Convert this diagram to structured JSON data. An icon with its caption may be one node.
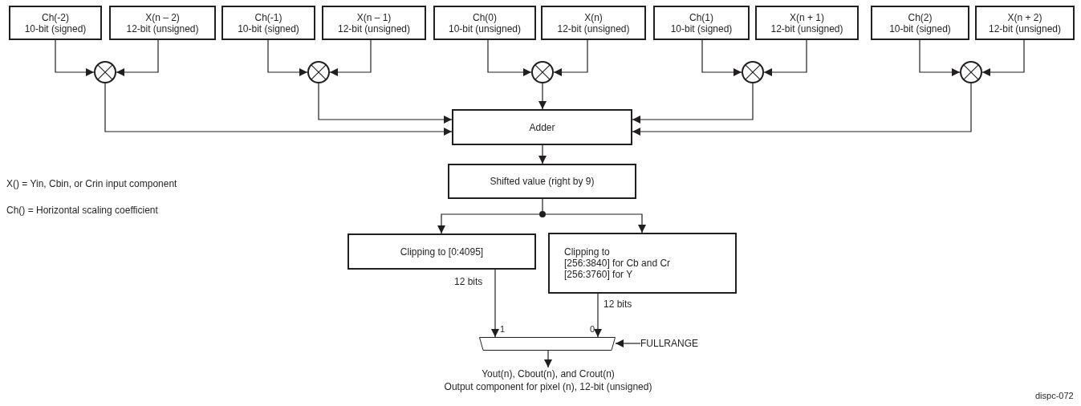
{
  "diagram": {
    "nodes": [
      {
        "text": [
          "Ch(-2)",
          "10-bit (signed)"
        ]
      },
      {
        "text": [
          "X(n – 2)",
          "12-bit (unsigned)"
        ]
      },
      {
        "text": [
          "Ch(-1)",
          "10-bit (signed)"
        ]
      },
      {
        "text": [
          "X(n – 1)",
          "12-bit (unsigned)"
        ]
      },
      {
        "text": [
          "Ch(0)",
          "10-bit (unsigned)"
        ]
      },
      {
        "text": [
          "X(n)",
          "12-bit (unsigned)"
        ]
      },
      {
        "text": [
          "Ch(1)",
          "10-bit (signed)"
        ]
      },
      {
        "text": [
          "X(n + 1)",
          "12-bit (unsigned)"
        ]
      },
      {
        "text": [
          "Ch(2)",
          "10-bit (signed)"
        ]
      },
      {
        "text": [
          "X(n + 2)",
          "12-bit (unsigned)"
        ]
      },
      {
        "text": [],
        "shape": "circle"
      },
      {
        "text": [],
        "shape": "circle"
      },
      {
        "text": [],
        "shape": "circle"
      },
      {
        "text": [],
        "shape": "circle"
      },
      {
        "text": [],
        "shape": "circle"
      },
      {
        "text": [
          "Adder"
        ]
      },
      {
        "text": [
          "Shifted value (right by 9)"
        ]
      },
      {
        "text": [],
        "shape": "dot"
      },
      {
        "text": [
          "Clipping to [0:4095]"
        ]
      },
      {
        "text": [
          "Clipping to",
          "[256:3840] for Cb and Cr",
          "[256:3760] for Y"
        ]
      },
      {
        "text": [],
        "shape": "trapezoid"
      },
      {
        "text": [
          "FULLRANGE"
        ]
      },
      {
        "text": [
          "Yout(n), Cbout(n), and Crout(n)",
          "Output component for pixel (n), 12-bit (unsigned)"
        ]
      }
    ],
    "edges": [
      {
        "from": 0,
        "to": 10,
        "arrow": "to"
      },
      {
        "from": 1,
        "to": 10,
        "arrow": "to"
      },
      {
        "from": 2,
        "to": 11,
        "arrow": "to"
      },
      {
        "from": 3,
        "to": 11,
        "arrow": "to"
      },
      {
        "from": 4,
        "to": 12,
        "arrow": "to"
      },
      {
        "from": 5,
        "to": 12,
        "arrow": "to"
      },
      {
        "from": 6,
        "to": 13,
        "arrow": "to"
      },
      {
        "from": 7,
        "to": 13,
        "arrow": "to"
      },
      {
        "from": 8,
        "to": 14,
        "arrow": "to"
      },
      {
        "from": 9,
        "to": 14,
        "arrow": "to"
      },
      {
        "from": 10,
        "to": 15,
        "arrow": "to"
      },
      {
        "from": 11,
        "to": 15,
        "arrow": "to"
      },
      {
        "from": 12,
        "to": 15,
        "arrow": "to"
      },
      {
        "from": 13,
        "to": 15,
        "arrow": "to"
      },
      {
        "from": 14,
        "to": 15,
        "arrow": "to"
      },
      {
        "from": 15,
        "to": 16,
        "arrow": "to"
      },
      {
        "from": 16,
        "to": 17,
        "arrow": "none"
      },
      {
        "from": 17,
        "to": 18,
        "arrow": "to"
      },
      {
        "from": 17,
        "to": 19,
        "arrow": "to"
      },
      {
        "from": 18,
        "to": 20,
        "arrow": "to",
        "label": "12 bits"
      },
      {
        "from": 19,
        "to": 20,
        "arrow": "to",
        "label": "12 bits"
      },
      {
        "from": 21,
        "to": 20,
        "arrow": "to"
      },
      {
        "from": 20,
        "to": 22,
        "arrow": "to"
      }
    ],
    "labels": [
      "X() = Yin, Cbin, or Crin input component",
      "Ch() = Horizontal scaling coefficient",
      "1",
      "0",
      "dispc-072"
    ]
  }
}
